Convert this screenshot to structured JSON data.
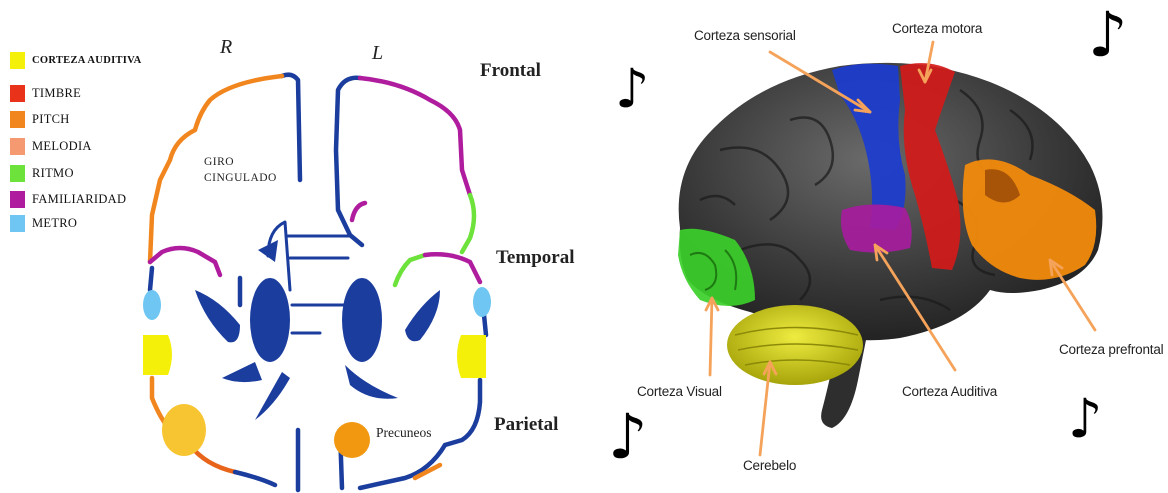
{
  "legend": [
    {
      "label": "CORTEZA AUDITIVA",
      "color": "#f5f00a"
    },
    {
      "label": "TIMBRE",
      "color": "#e8321a"
    },
    {
      "label": "PITCH",
      "color": "#f2861e"
    },
    {
      "label": "MELODIA",
      "color": "#f59a70"
    },
    {
      "label": "RITMO",
      "color": "#6de23a"
    },
    {
      "label": "FAMILIARIDAD",
      "color": "#b01c9e"
    },
    {
      "label": "METRO",
      "color": "#6fc6f2"
    }
  ],
  "left_diagram": {
    "hemisphere_right": "R",
    "hemisphere_left": "L",
    "giro_line1": "GIRO",
    "giro_line2": "CINGULADO",
    "precuneos": "Precuneos",
    "lobes": {
      "frontal": "Frontal",
      "temporal": "Temporal",
      "parietal": "Parietal"
    }
  },
  "right_diagram": {
    "labels": {
      "sensorial": "Corteza sensorial",
      "motora": "Corteza motora",
      "prefrontal": "Corteza prefrontal",
      "visual": "Corteza Visual",
      "auditiva": "Corteza Auditiva",
      "cerebelo": "Cerebelo"
    },
    "colors": {
      "sensorial": "#1c3ccf",
      "motora": "#d41a1a",
      "prefrontal": "#f28a0c",
      "visual": "#3ccf2a",
      "auditiva": "#a81c9e",
      "cerebelo": "#d4d20a",
      "arrow": "#f5a35a",
      "brain": "#3a3a3a"
    }
  },
  "note_symbol": "♪"
}
